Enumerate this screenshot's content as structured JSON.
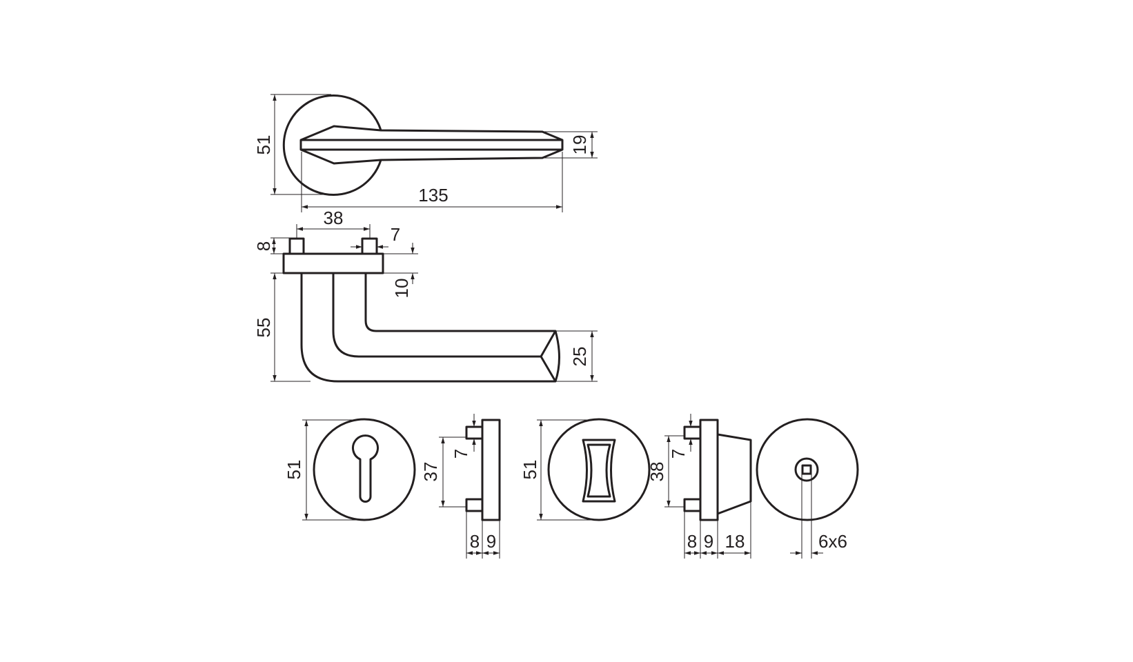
{
  "drawing": {
    "stroke_color": "#231f20",
    "front_view": {
      "rose_diameter": "51",
      "lever_height": "19",
      "lever_length": "135"
    },
    "side_view": {
      "pin_spacing": "38",
      "pin_height": "8",
      "pin_width": "7",
      "rose_thickness": "10",
      "lever_drop": "55",
      "lever_end_height": "25"
    },
    "key_escutcheon": {
      "diameter": "51",
      "pin_spacing": "37",
      "pin_width": "7",
      "pin_depth": "8",
      "plate_thickness": "9"
    },
    "wc_turn": {
      "diameter": "51",
      "pin_spacing": "38",
      "pin_width": "7",
      "pin_depth": "8",
      "plate_thickness": "9",
      "knob_depth": "18"
    },
    "wc_release": {
      "spindle": "6x6"
    }
  }
}
